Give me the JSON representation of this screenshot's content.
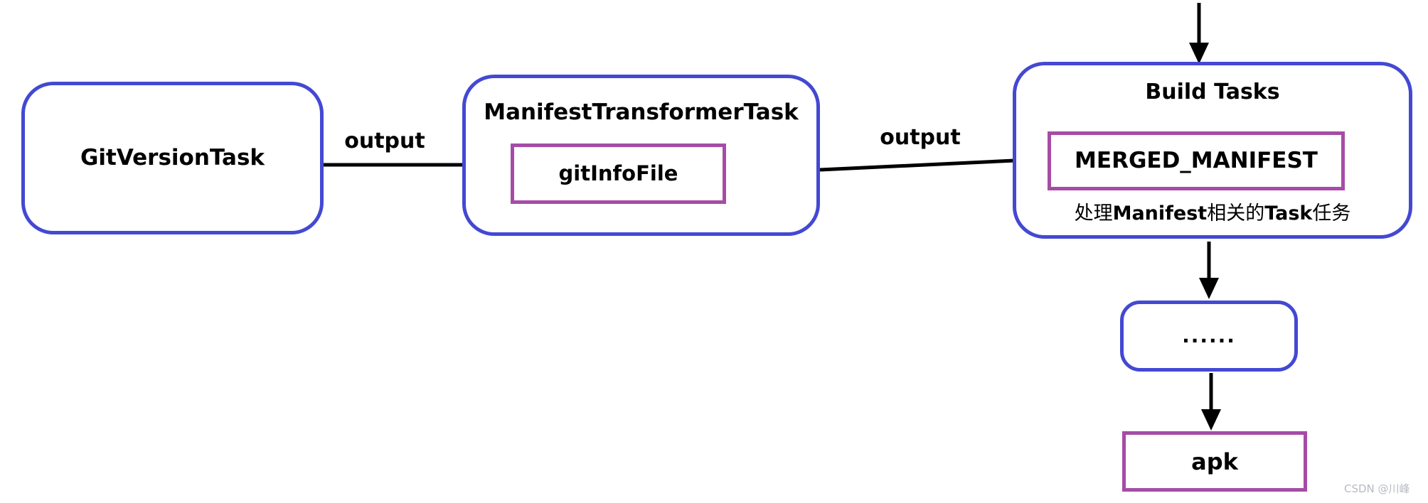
{
  "diagram": {
    "nodes": {
      "git_version_task": {
        "label": "GitVersionTask"
      },
      "manifest_transformer_task": {
        "title": "ManifestTransformerTask"
      },
      "git_info_file": {
        "label": "gitInfoFile"
      },
      "build_tasks": {
        "title": "Build Tasks",
        "caption_parts": [
          {
            "text": "处理"
          },
          {
            "text": "Manifest"
          },
          {
            "text": "相关的"
          },
          {
            "text": "Task"
          },
          {
            "text": "任务"
          }
        ]
      },
      "merged_manifest": {
        "label": "MERGED_MANIFEST"
      },
      "ellipsis": {
        "label": "......"
      },
      "apk": {
        "label": "apk"
      }
    },
    "edges": [
      {
        "from": "git_version_task",
        "to": "git_info_file",
        "label": "output"
      },
      {
        "from": "manifest_transformer_task",
        "to": "merged_manifest",
        "label": "output"
      },
      {
        "from": "offscreen_top",
        "to": "build_tasks",
        "label": ""
      },
      {
        "from": "build_tasks",
        "to": "ellipsis",
        "label": ""
      },
      {
        "from": "ellipsis",
        "to": "apk",
        "label": ""
      }
    ],
    "colors": {
      "node_border_blue": "#4349d2",
      "port_border_purple": "#a64ca6",
      "arrow_black": "#000000",
      "text_black": "#000000",
      "watermark_gray": "#b6bac3",
      "background": "#ffffff"
    },
    "watermark": "CSDN @川峰"
  }
}
